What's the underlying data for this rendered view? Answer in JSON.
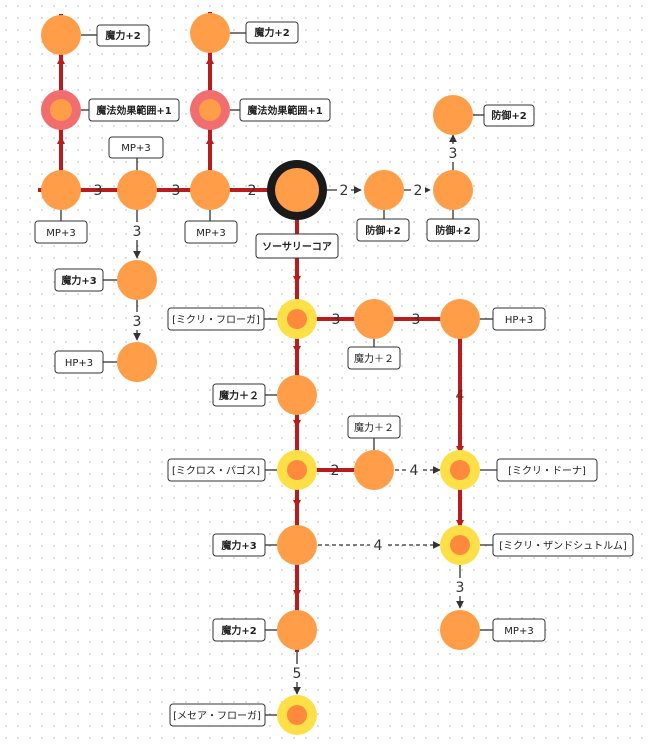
{
  "colors": {
    "node": "#ff9d48",
    "ring_red": "#f26d6d",
    "ring_yellow": "#fde047",
    "inner_special": "#ff8a3d",
    "core_ring": "#1a1a1a",
    "path": "#b91c1c",
    "edge": "#333333",
    "label_border": "#333333",
    "grid_dot": "#c8c8c8"
  },
  "labels": {
    "l_magic2_a": "魔力+2",
    "l_magic2_b": "魔力+2",
    "l_range_a": "魔法効果範囲+1",
    "l_range_b": "魔法効果範囲+1",
    "l_def2_top": "防御+2",
    "l_mp3_top": "MP+3",
    "l_mp3_left": "MP+3",
    "l_mp3_mid": "MP+3",
    "l_def2_a": "防御+2",
    "l_def2_b": "防御+2",
    "l_core": "ソーサリーコア",
    "l_magic3_left": "魔力+3",
    "l_hp3_left": "HP+3",
    "l_fraga": "[ミクリ・フローガ]",
    "l_magic2_r": "魔力＋２",
    "l_hp3_right": "HP+3",
    "l_magic2_spine": "魔力＋２",
    "l_magic2_above": "魔力＋２",
    "l_pagos": "[ミクロス・パゴス]",
    "l_dona": "[ミクリ・ドーナ]",
    "l_magic3_spine": "魔力+3",
    "l_sandstorm": "[ミクリ・ザンドシュトルム]",
    "l_magic2_bottom": "魔力+2",
    "l_mp3_bottom": "MP+3",
    "l_mesea": "[メセア・フローガ]"
  },
  "costs": {
    "c_core_right": "2",
    "c_def_right": "2",
    "c_def_up": "3",
    "c_core_left": "2",
    "c_mid_left": "3",
    "c_left_left": "3",
    "c_mp_down": "3",
    "c_magic3_down": "3",
    "c_fraga_right": "3",
    "c_magic_right": "3",
    "c_hp_down": "4",
    "c_pagos_right": "2",
    "c_dashed_dona": "4",
    "c_dashed_sand": "4",
    "c_sand_down": "3",
    "c_bottom_down": "5"
  }
}
